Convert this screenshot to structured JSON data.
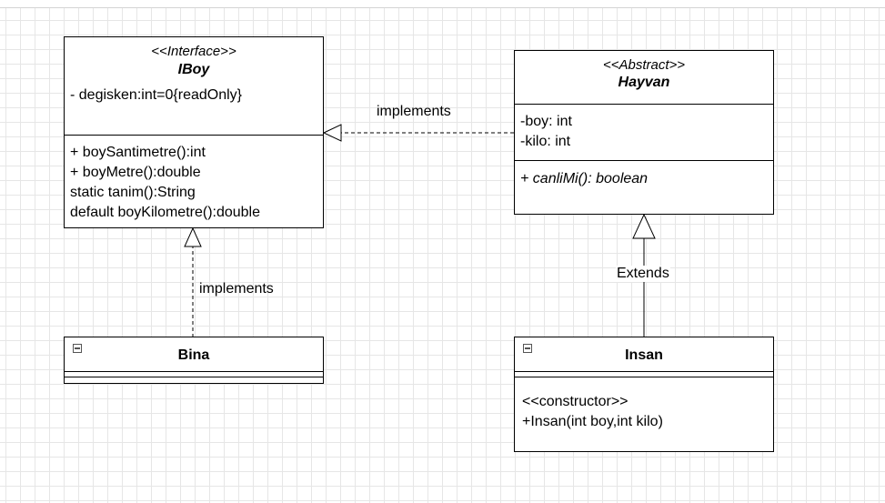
{
  "iboy": {
    "stereotype": "<<Interface>>",
    "name": "IBoy",
    "attributes": [
      "- degisken:int=0{readOnly}"
    ],
    "methods": [
      "+ boySantimetre():int",
      "+ boyMetre():double",
      "static tanim():String",
      "default boyKilometre():double"
    ]
  },
  "hayvan": {
    "stereotype": "<<Abstract>>",
    "name": "Hayvan",
    "attributes": [
      "-boy: int",
      "-kilo: int"
    ],
    "methods": [
      "+ canliMi(): boolean"
    ]
  },
  "bina": {
    "name": "Bina"
  },
  "insan": {
    "name": "Insan",
    "methods": [
      "<<constructor>>",
      "+Insan(int boy,int kilo)"
    ]
  },
  "connectors": {
    "hayvan_iboy": "implements",
    "bina_iboy": "implements",
    "insan_hayvan": "Extends"
  }
}
